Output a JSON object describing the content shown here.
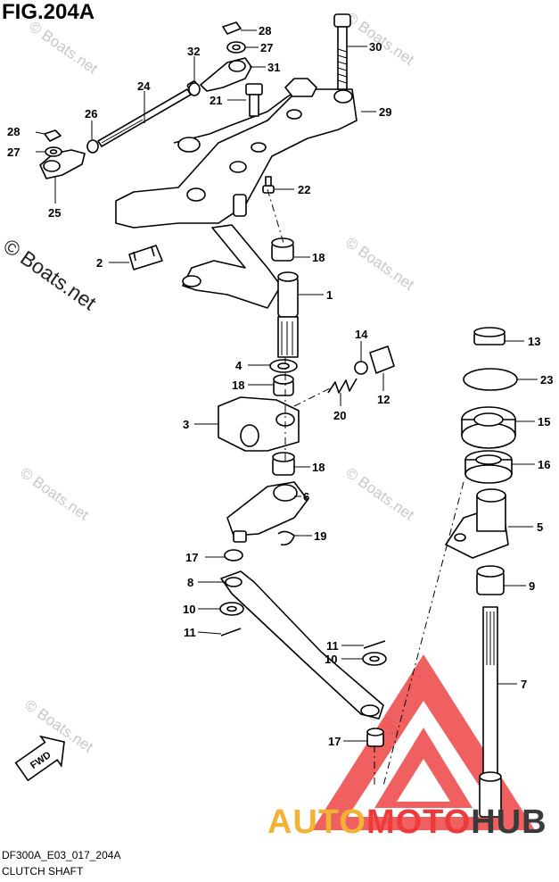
{
  "figure": {
    "title": "FIG.204A",
    "code": "DF300A_E03_017_204A",
    "subtitle": "CLUTCH SHAFT"
  },
  "watermark": {
    "small": "© Boats.net",
    "large": "© Boats.net"
  },
  "brand": {
    "part1": "AUTO",
    "part2": "MOTO",
    "part3": "HUB",
    "color1": "#f2b233",
    "color2": "#ee3a3a",
    "color3": "#3a3a3a"
  },
  "fwd_label": "FWD",
  "callouts": [
    "28",
    "27",
    "31",
    "32",
    "30",
    "24",
    "21",
    "29",
    "26",
    "28",
    "27",
    "25",
    "22",
    "18",
    "2",
    "1",
    "13",
    "14",
    "4",
    "23",
    "18",
    "12",
    "20",
    "3",
    "15",
    "18",
    "16",
    "6",
    "5",
    "19",
    "17",
    "8",
    "9",
    "10",
    "11",
    "11",
    "10",
    "7",
    "17"
  ]
}
